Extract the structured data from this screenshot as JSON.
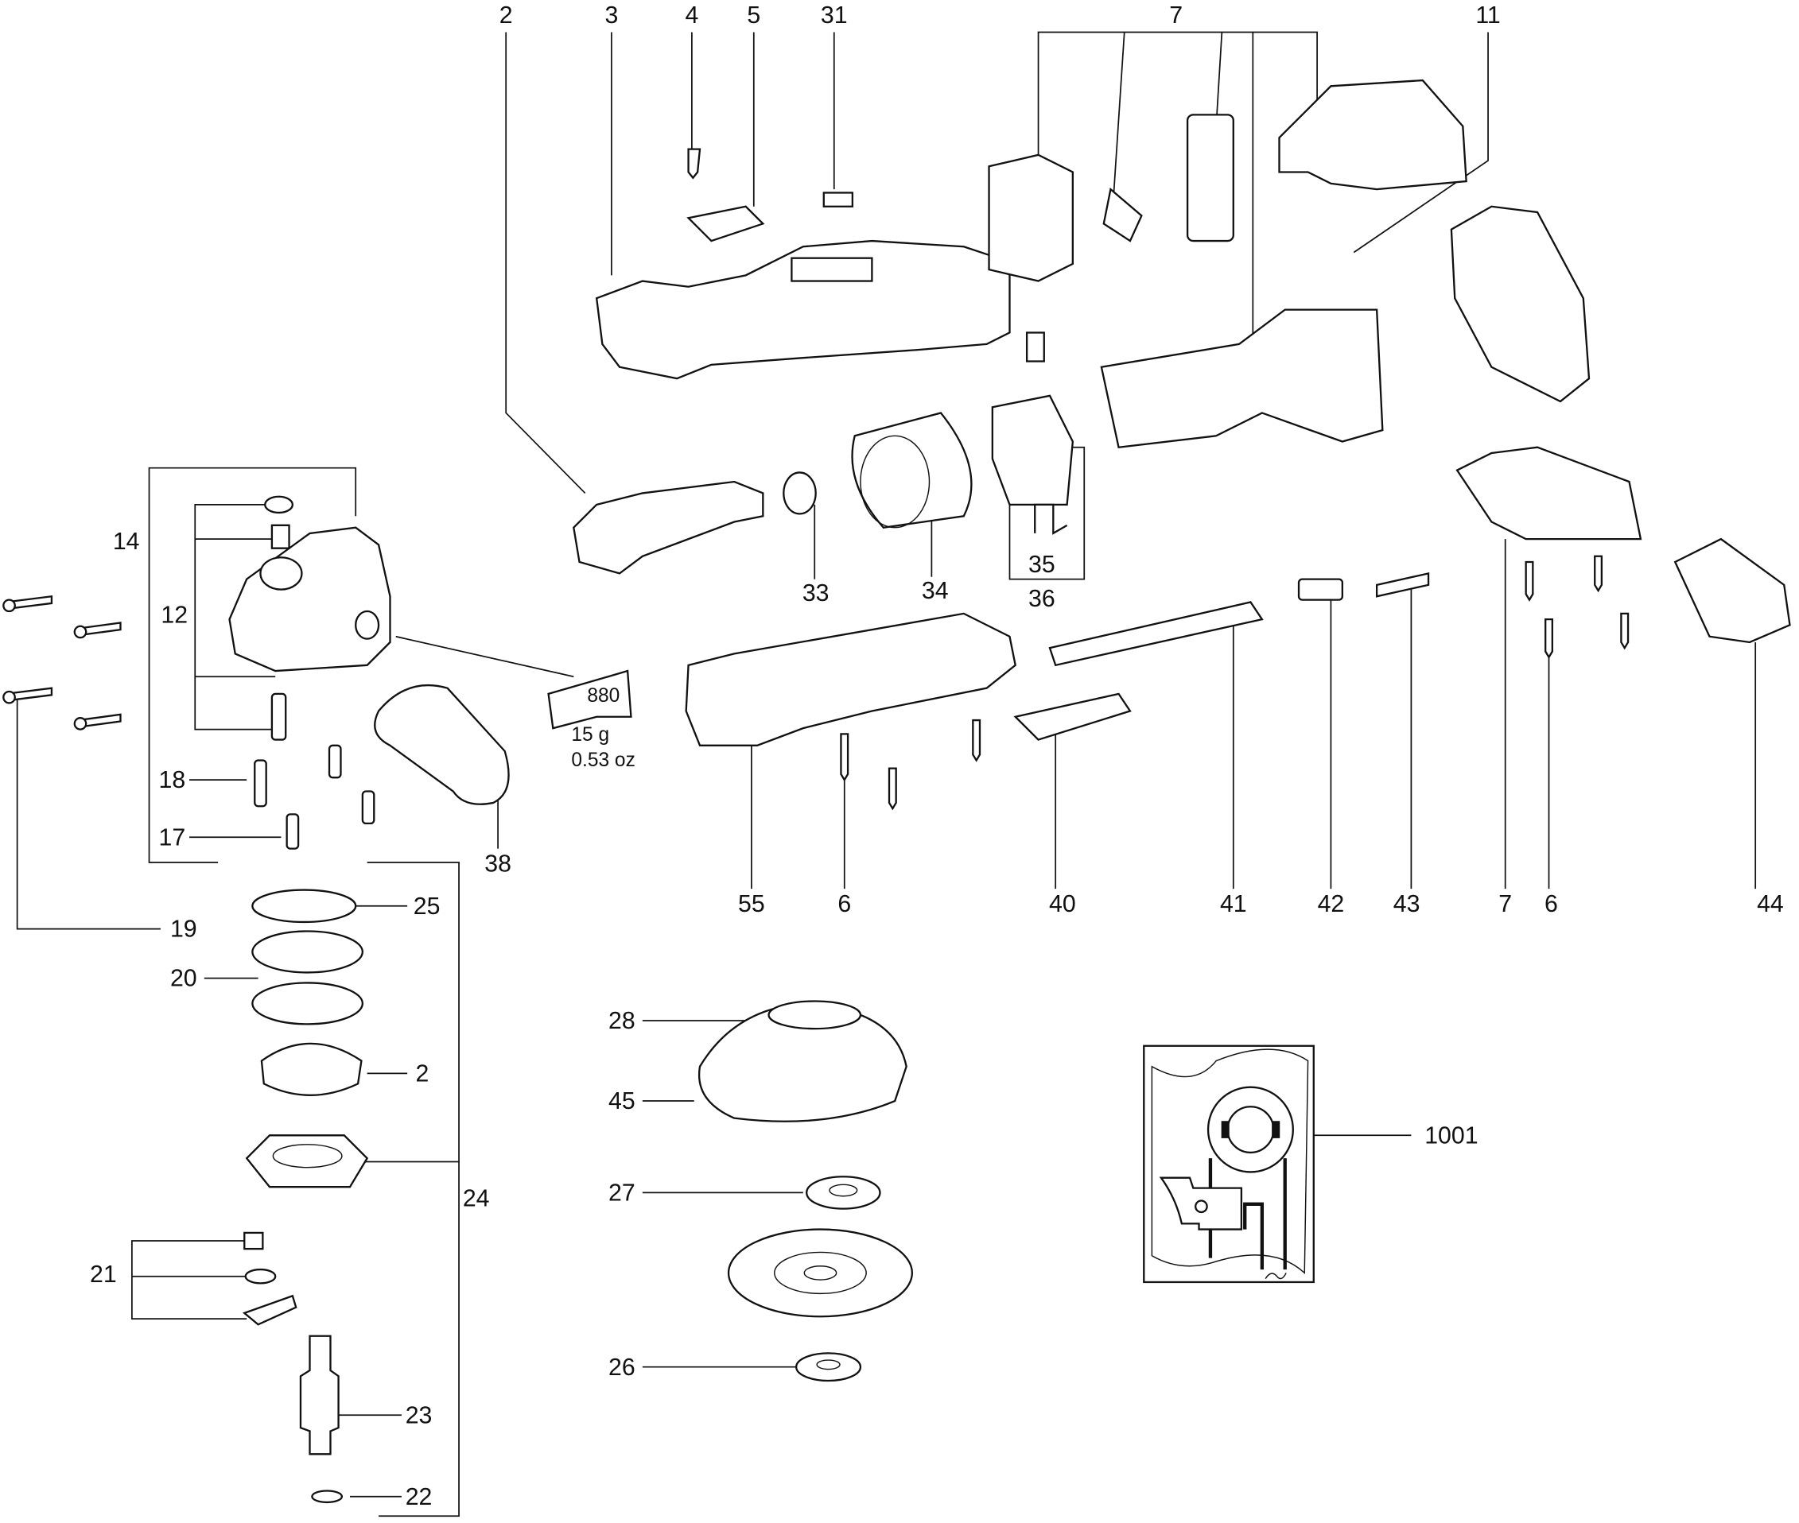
{
  "diagram": {
    "callouts": [
      "2",
      "3",
      "4",
      "5",
      "31",
      "7",
      "11",
      "14",
      "12",
      "18",
      "17",
      "19",
      "25",
      "20",
      "2",
      "24",
      "21",
      "23",
      "22",
      "33",
      "34",
      "35",
      "36",
      "38",
      "55",
      "6",
      "40",
      "41",
      "42",
      "43",
      "7",
      "6",
      "44",
      "28",
      "45",
      "27",
      "26",
      "1001"
    ],
    "grease_tube": {
      "code": "880",
      "weight_g": "15 g",
      "weight_oz": "0.53  oz"
    }
  }
}
